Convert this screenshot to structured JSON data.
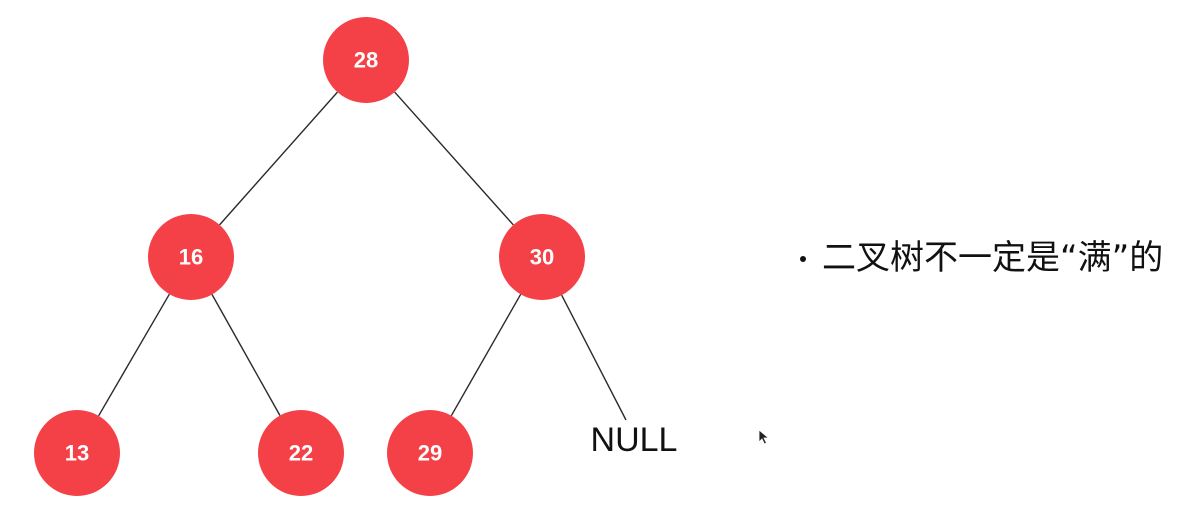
{
  "diagram": {
    "type": "binary-tree",
    "node_color": "#f44147",
    "edge_color": "#2a2a2a",
    "nodes": [
      {
        "id": "n28",
        "label": "28",
        "kind": "node"
      },
      {
        "id": "n16",
        "label": "16",
        "kind": "node"
      },
      {
        "id": "n30",
        "label": "30",
        "kind": "node"
      },
      {
        "id": "n13",
        "label": "13",
        "kind": "node"
      },
      {
        "id": "n22",
        "label": "22",
        "kind": "node"
      },
      {
        "id": "n29",
        "label": "29",
        "kind": "node"
      },
      {
        "id": "nnull",
        "label": "NULL",
        "kind": "null"
      }
    ],
    "edges": [
      {
        "from": "n28",
        "to": "n16"
      },
      {
        "from": "n28",
        "to": "n30"
      },
      {
        "from": "n16",
        "to": "n13"
      },
      {
        "from": "n16",
        "to": "n22"
      },
      {
        "from": "n30",
        "to": "n29"
      },
      {
        "from": "n30",
        "to": "nnull"
      }
    ]
  },
  "notes": {
    "bullet_text": "二叉树不一定是“满”的"
  },
  "cursor": {
    "icon": "arrow-cursor-icon"
  }
}
